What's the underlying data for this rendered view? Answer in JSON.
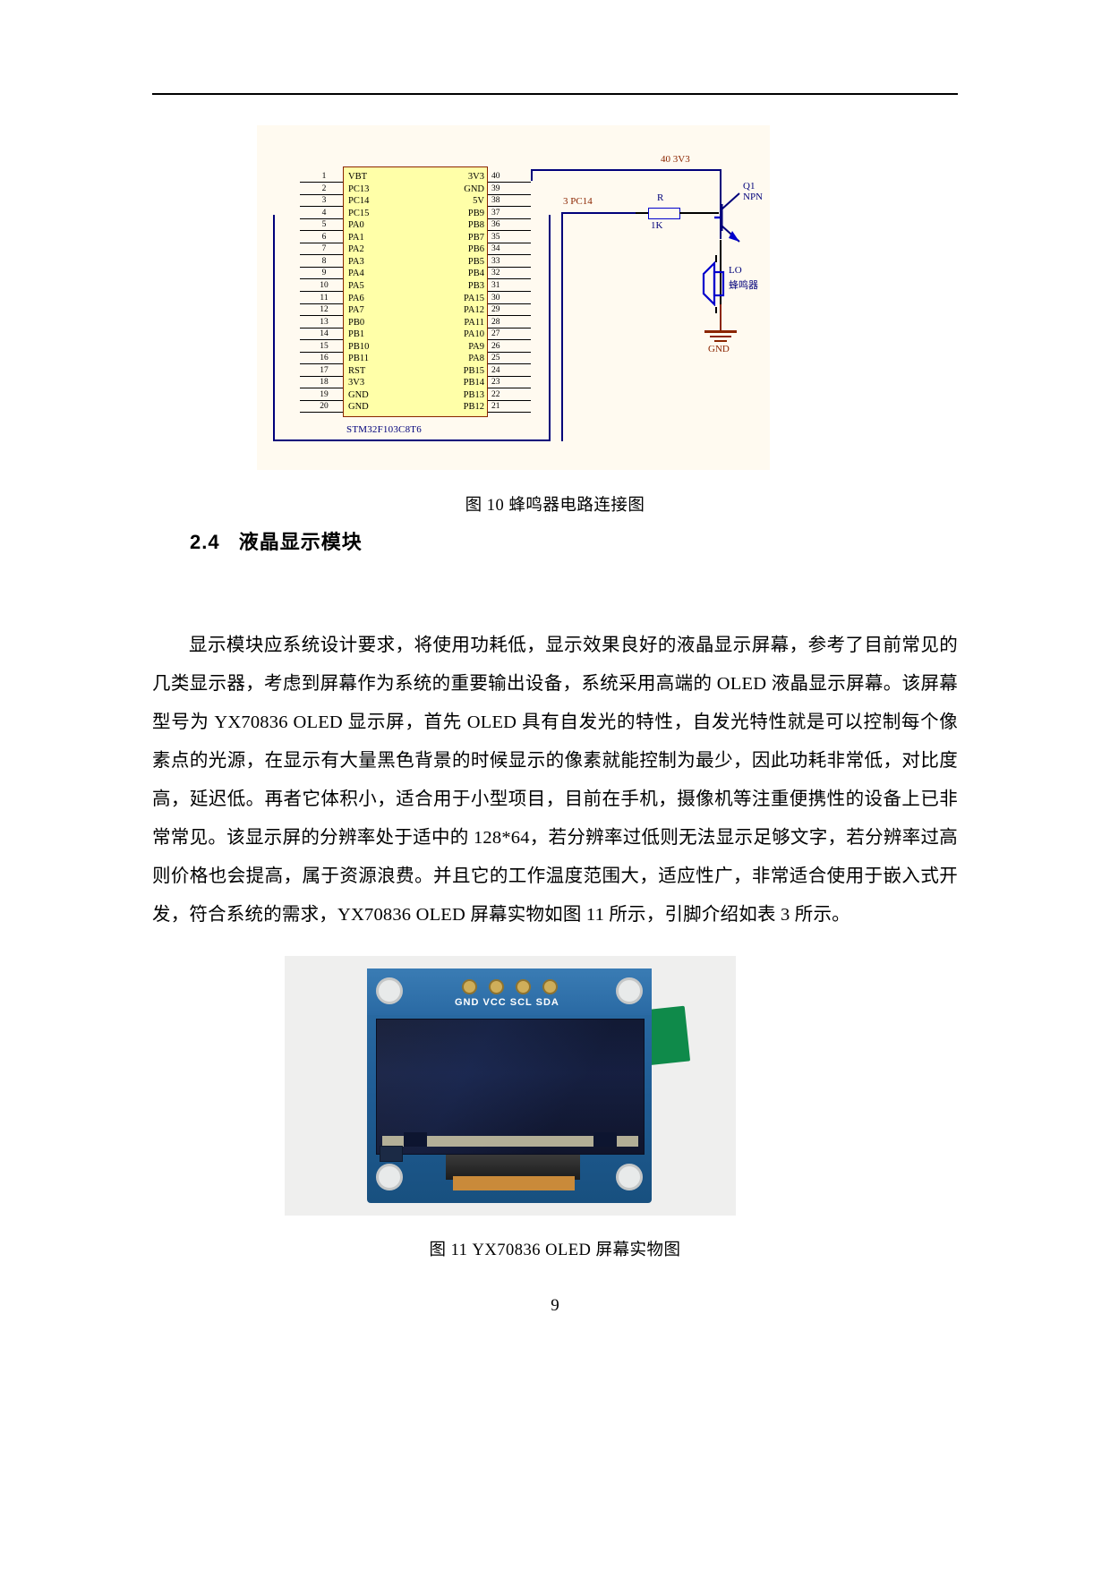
{
  "document": {
    "page_number": "9",
    "figure10": {
      "caption": "图 10 蜂鸣器电路连接图",
      "schematic": {
        "chip_label": "STM32F103C8T6",
        "left_pins": [
          {
            "num": "1",
            "name": "VBT"
          },
          {
            "num": "2",
            "name": "PC13"
          },
          {
            "num": "3",
            "name": "PC14"
          },
          {
            "num": "4",
            "name": "PC15"
          },
          {
            "num": "5",
            "name": "PA0"
          },
          {
            "num": "6",
            "name": "PA1"
          },
          {
            "num": "7",
            "name": "PA2"
          },
          {
            "num": "8",
            "name": "PA3"
          },
          {
            "num": "9",
            "name": "PA4"
          },
          {
            "num": "10",
            "name": "PA5"
          },
          {
            "num": "11",
            "name": "PA6"
          },
          {
            "num": "12",
            "name": "PA7"
          },
          {
            "num": "13",
            "name": "PB0"
          },
          {
            "num": "14",
            "name": "PB1"
          },
          {
            "num": "15",
            "name": "PB10"
          },
          {
            "num": "16",
            "name": "PB11"
          },
          {
            "num": "17",
            "name": "RST"
          },
          {
            "num": "18",
            "name": "3V3"
          },
          {
            "num": "19",
            "name": "GND"
          },
          {
            "num": "20",
            "name": "GND"
          }
        ],
        "right_pins": [
          {
            "num": "40",
            "name": "3V3"
          },
          {
            "num": "39",
            "name": "GND"
          },
          {
            "num": "38",
            "name": "5V"
          },
          {
            "num": "37",
            "name": "PB9"
          },
          {
            "num": "36",
            "name": "PB8"
          },
          {
            "num": "35",
            "name": "PB7"
          },
          {
            "num": "34",
            "name": "PB6"
          },
          {
            "num": "33",
            "name": "PB5"
          },
          {
            "num": "32",
            "name": "PB4"
          },
          {
            "num": "31",
            "name": "PB3"
          },
          {
            "num": "30",
            "name": "PA15"
          },
          {
            "num": "29",
            "name": "PA12"
          },
          {
            "num": "28",
            "name": "PA11"
          },
          {
            "num": "27",
            "name": "PA10"
          },
          {
            "num": "26",
            "name": "PA9"
          },
          {
            "num": "25",
            "name": "PA8"
          },
          {
            "num": "24",
            "name": "PB15"
          },
          {
            "num": "23",
            "name": "PB14"
          },
          {
            "num": "22",
            "name": "PB13"
          },
          {
            "num": "21",
            "name": "PB12"
          }
        ],
        "net_labels": {
          "supply": "40 3V3",
          "signal": "3 PC14",
          "ground": "GND"
        },
        "parts": {
          "resistor_ref": "R",
          "resistor_value": "1K",
          "transistor_ref": "Q1",
          "transistor_type": "NPN",
          "buzzer_ref": "LO",
          "buzzer_name": "蜂鸣器"
        }
      }
    },
    "section": {
      "number": "2.4",
      "title": "液晶显示模块"
    },
    "paragraph": "显示模块应系统设计要求，将使用功耗低，显示效果良好的液晶显示屏幕，参考了目前常见的几类显示器，考虑到屏幕作为系统的重要输出设备，系统采用高端的 OLED 液晶显示屏幕。该屏幕型号为 YX70836 OLED 显示屏，首先 OLED 具有自发光的特性，自发光特性就是可以控制每个像素点的光源，在显示有大量黑色背景的时候显示的像素就能控制为最少，因此功耗非常低，对比度高，延迟低。再者它体积小，适合用于小型项目，目前在手机，摄像机等注重便携性的设备上已非常常见。该显示屏的分辨率处于适中的 128*64，若分辨率过低则无法显示足够文字，若分辨率过高则价格也会提高，属于资源浪费。并且它的工作温度范围大，适应性广，非常适合使用于嵌入式开发，符合系统的需求，YX70836 OLED 屏幕实物如图 11 所示，引脚介绍如表 3 所示。",
    "figure11": {
      "caption": "图 11 YX70836 OLED 屏幕实物图",
      "photo": {
        "silkscreen": "GND VCC SCL SDA"
      }
    }
  },
  "colors": {
    "schematic_bg": "#fffaf0",
    "chip_fill": "#ffffa8",
    "wire_blue": "#00007a",
    "wire_black": "#000000",
    "net_red": "#8b2500",
    "part_blue": "#0000cc"
  }
}
